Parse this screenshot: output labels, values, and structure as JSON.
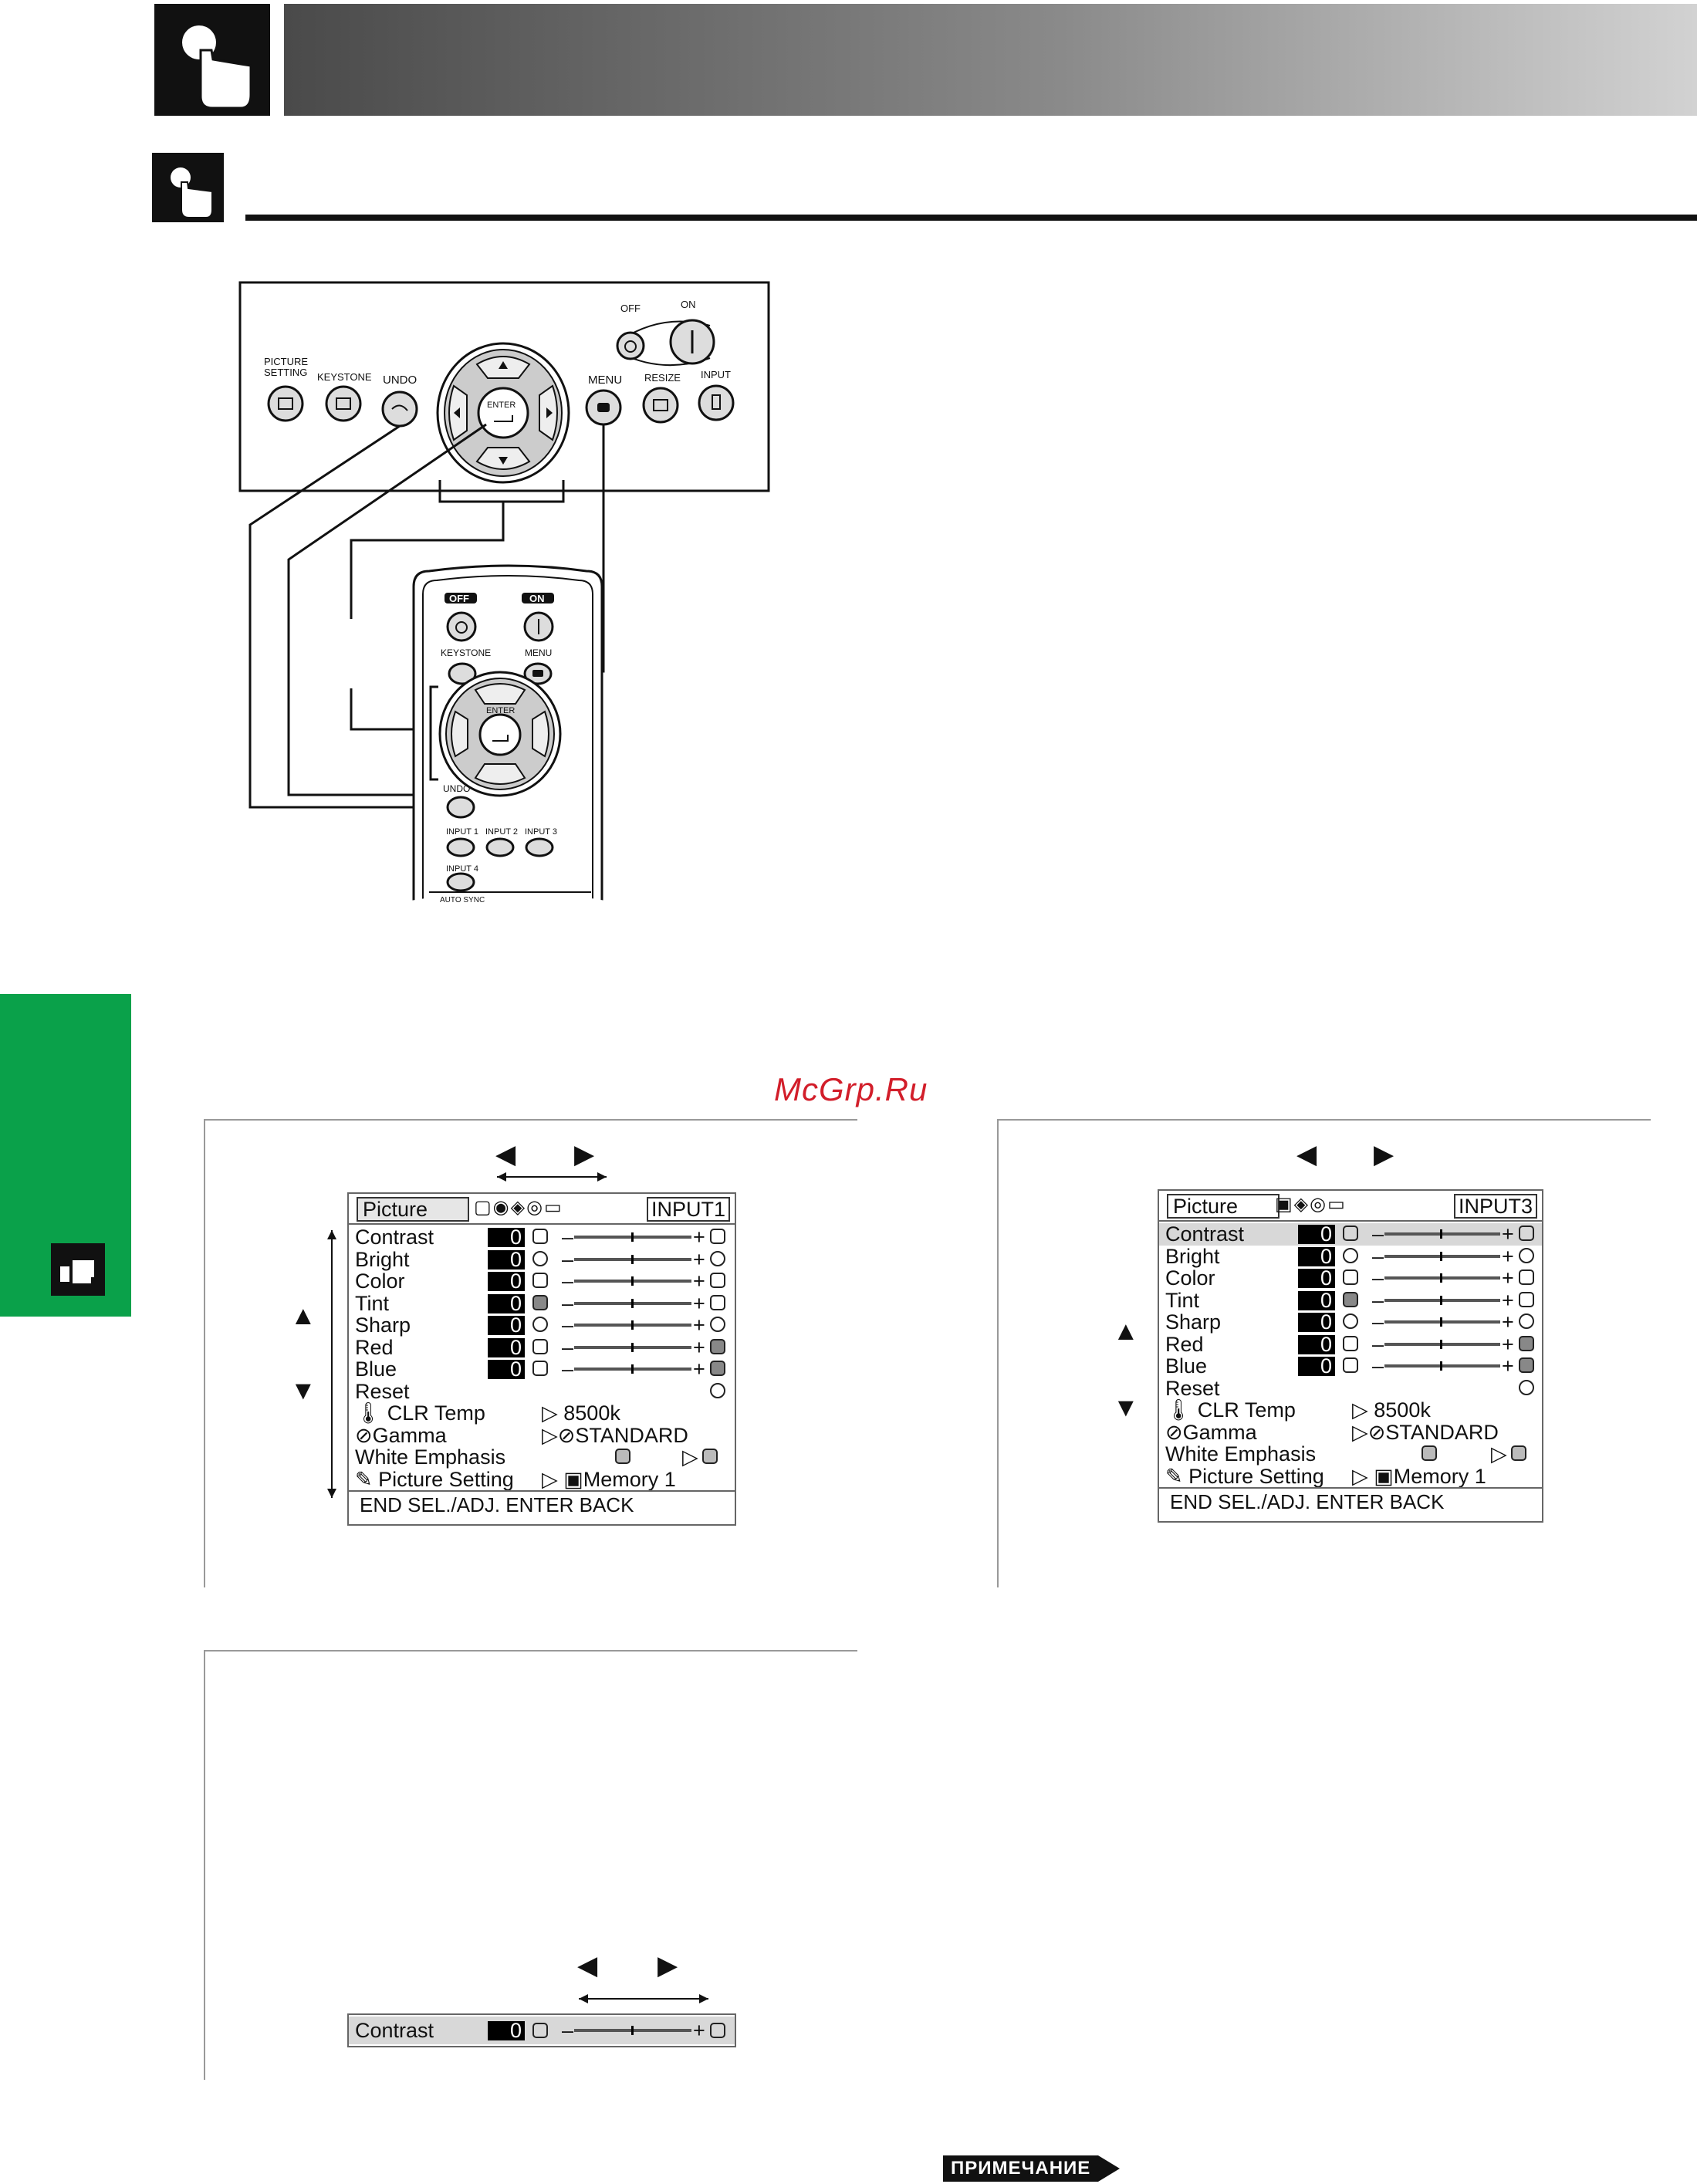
{
  "watermark": "McGrp.Ru",
  "projector_panel": {
    "labels": {
      "picture_setting_1": "PICTURE",
      "picture_setting_2": "SETTING",
      "keystone": "KEYSTONE",
      "undo": "UNDO",
      "enter": "ENTER",
      "menu": "MENU",
      "resize": "RESIZE",
      "input": "INPUT",
      "off": "OFF",
      "on": "ON"
    }
  },
  "remote": {
    "labels": {
      "off": "OFF",
      "on": "ON",
      "keystone": "KEYSTONE",
      "menu": "MENU",
      "enter": "ENTER",
      "undo": "UNDO",
      "input1": "INPUT 1",
      "input2": "INPUT 2",
      "input3": "INPUT 3",
      "input4": "INPUT 4",
      "auto_sync": "AUTO SYNC"
    }
  },
  "arrows": {
    "left": "◀",
    "right": "▶",
    "up": "▲",
    "down": "▼"
  },
  "menu1": {
    "tab": "Picture",
    "input": "INPUT1",
    "rows": [
      {
        "label": "Contrast",
        "value": "0"
      },
      {
        "label": "Bright",
        "value": "0"
      },
      {
        "label": "Color",
        "value": "0"
      },
      {
        "label": "Tint",
        "value": "0"
      },
      {
        "label": "Sharp",
        "value": "0"
      },
      {
        "label": "Red",
        "value": "0"
      },
      {
        "label": "Blue",
        "value": "0"
      }
    ],
    "reset": "Reset",
    "clr_temp": "CLR Temp",
    "clr_temp_val": "8500k",
    "gamma": "Gamma",
    "gamma_val": "STANDARD",
    "white_emphasis": "White Emphasis",
    "picture_setting": "Picture Setting",
    "picture_setting_val": "Memory 1",
    "footer": "END  SEL./ADJ.  ENTER  BACK",
    "minus": "–",
    "plus": "+"
  },
  "menu2": {
    "tab": "Picture",
    "input": "INPUT3",
    "rows": [
      {
        "label": "Contrast",
        "value": "0"
      },
      {
        "label": "Bright",
        "value": "0"
      },
      {
        "label": "Color",
        "value": "0"
      },
      {
        "label": "Tint",
        "value": "0"
      },
      {
        "label": "Sharp",
        "value": "0"
      },
      {
        "label": "Red",
        "value": "0"
      },
      {
        "label": "Blue",
        "value": "0"
      }
    ],
    "reset": "Reset",
    "clr_temp": "CLR Temp",
    "clr_temp_val": "8500k",
    "gamma": "Gamma",
    "gamma_val": "STANDARD",
    "white_emphasis": "White Emphasis",
    "picture_setting": "Picture Setting",
    "picture_setting_val": "Memory 1",
    "footer": "END  SEL./ADJ.  ENTER  BACK",
    "minus": "–",
    "plus": "+"
  },
  "single_row": {
    "label": "Contrast",
    "value": "0",
    "minus": "–",
    "plus": "+"
  },
  "note_label": "ПРИМЕЧАНИЕ"
}
